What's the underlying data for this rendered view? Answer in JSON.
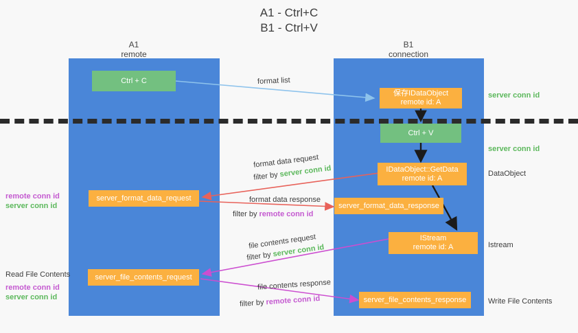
{
  "title": {
    "line1": "A1 - Ctrl+C",
    "line2": "B1 - Ctrl+V"
  },
  "lanes": [
    {
      "name": "A1",
      "sub": "remote"
    },
    {
      "name": "B1",
      "sub": "connection"
    }
  ],
  "boxes": {
    "ctrl_c": {
      "line1": "Ctrl + C",
      "line2": "",
      "color": "#73c080"
    },
    "save_idataobject": {
      "line1": "保存IDataObject",
      "line2": "remote id: A",
      "color": "#fbb040"
    },
    "ctrl_v": {
      "line1": "Ctrl + V",
      "line2": "",
      "color": "#73c080"
    },
    "getdata": {
      "line1": "IDataObject::GetData",
      "line2": "remote id: A",
      "color": "#fbb040"
    },
    "istream": {
      "line1": "IStream",
      "line2": "remote id: A",
      "color": "#fbb040"
    },
    "fmt_req": {
      "line1": "server_format_data_request",
      "line2": "",
      "color": "#fbb040"
    },
    "fmt_resp": {
      "line1": "server_format_data_response",
      "line2": "",
      "color": "#fbb040"
    },
    "file_req": {
      "line1": "server_file_contents_request",
      "line2": "",
      "color": "#fbb040"
    },
    "file_resp": {
      "line1": "server_file_contents_response",
      "line2": "",
      "color": "#fbb040"
    }
  },
  "arrow_labels": {
    "format_list": "format list",
    "fmt_req_l1": "format data request",
    "fmt_req_l2_pre": "filter by ",
    "fmt_req_l2_hl": "server conn id",
    "fmt_resp_l1": "format data response",
    "fmt_resp_l2_pre": "filter by ",
    "fmt_resp_l2_hl": "remote conn id",
    "file_req_l1": "file contents request",
    "file_req_l2_pre": "filter by ",
    "file_req_l2_hl": "server conn id",
    "file_resp_l1": "file contents response",
    "file_resp_l2_pre": "filter by ",
    "file_resp_l2_hl": "remote conn id"
  },
  "side_labels": {
    "left_mid_remote": "remote conn id",
    "left_mid_server": "server conn id",
    "left_read_file": "Read File Contents",
    "left_low_remote": "remote conn id",
    "left_low_server": "server conn id",
    "right_server_1": "server conn id",
    "right_server_2": "server conn id",
    "right_dataobject": "DataObject",
    "right_istream": "Istream",
    "right_write_file": "Write File Contents"
  },
  "colors": {
    "lane": "#4a86d8",
    "green_box": "#73c080",
    "orange_box": "#fbb040",
    "arrow_blue": "#8ec3ec",
    "arrow_red": "#e8625a",
    "arrow_magenta": "#cc4ed0",
    "arrow_black": "#1b1b1b",
    "divider": "#2b2b2b",
    "text_green": "#5cb85c",
    "text_purple": "#c45ad0"
  }
}
